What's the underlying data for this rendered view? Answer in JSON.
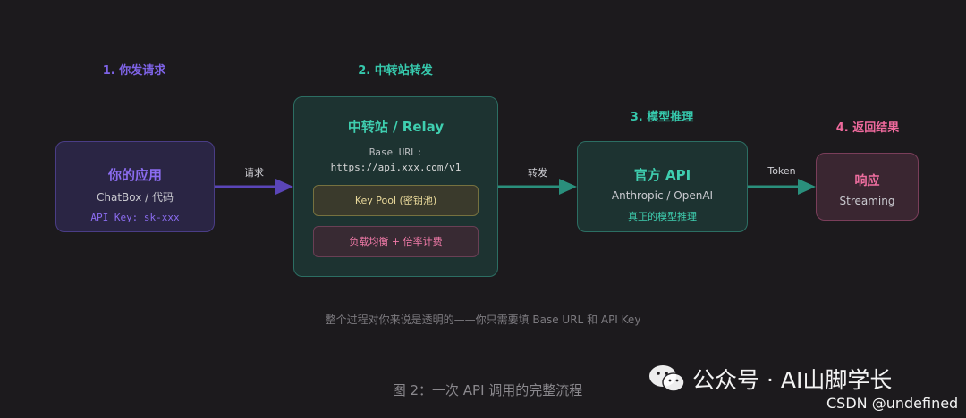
{
  "steps": {
    "s1": "1. 你发请求",
    "s2": "2. 中转站转发",
    "s3": "3. 模型推理",
    "s4": "4. 返回结果"
  },
  "app": {
    "title": "你的应用",
    "subtitle": "ChatBox / 代码",
    "key": "API Key: sk-xxx"
  },
  "relay": {
    "title": "中转站 / Relay",
    "base_label": "Base URL:",
    "base_url": "https://api.xxx.com/v1",
    "pool": "Key Pool (密钥池)",
    "balance": "负载均衡 + 倍率计费"
  },
  "api": {
    "title": "官方 API",
    "subtitle": "Anthropic / OpenAI",
    "note": "真正的模型推理"
  },
  "resp": {
    "title": "响应",
    "subtitle": "Streaming"
  },
  "arrows": {
    "a1": "请求",
    "a2": "转发",
    "a3": "Token"
  },
  "footnote": "整个过程对你来说是透明的——你只需要填 Base URL 和 API Key",
  "caption": "图 2：一次 API 调用的完整流程",
  "watermark": {
    "brand": "公众号 · AI山脚学长",
    "credit": "CSDN @undefined"
  },
  "colors": {
    "app_accent": "#8b6cf0",
    "relay_accent": "#3fcfb0",
    "api_accent": "#3fcfb0",
    "resp_accent": "#f06ea0"
  }
}
